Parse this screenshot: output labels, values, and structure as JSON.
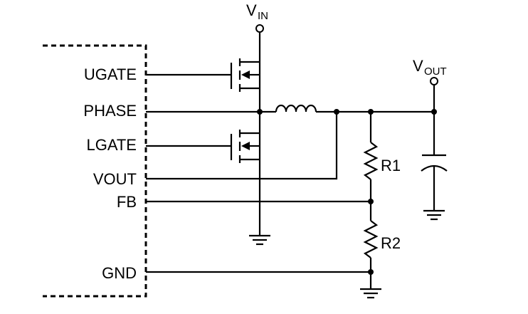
{
  "diagram": {
    "pins": {
      "ugate": "UGATE",
      "phase": "PHASE",
      "lgate": "LGATE",
      "vout": "VOUT",
      "fb": "FB",
      "gnd": "GND"
    },
    "vin": {
      "main": "V",
      "sub": "IN"
    },
    "vout_node": {
      "main": "V",
      "sub": "OUT"
    },
    "resistors": {
      "r1": "R1",
      "r2": "R2"
    }
  }
}
